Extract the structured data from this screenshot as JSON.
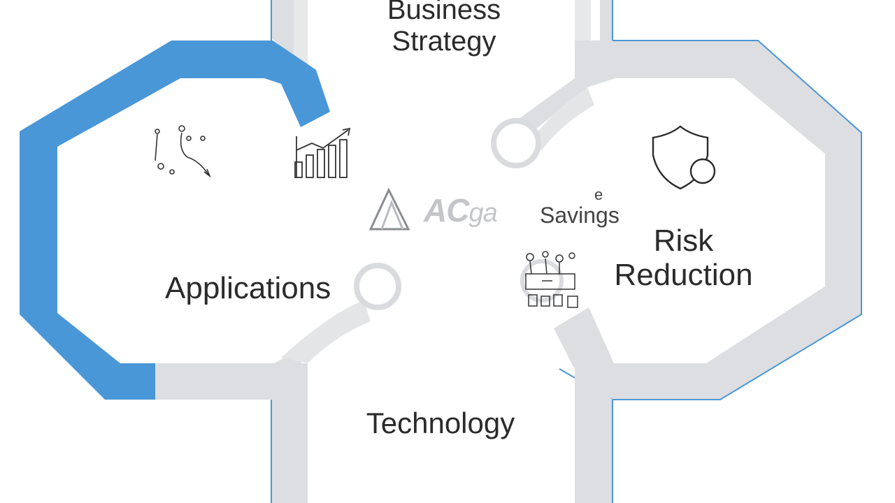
{
  "diagram": {
    "segments": [
      {
        "label": "Business\nStrategy"
      },
      {
        "label": "Applications"
      },
      {
        "label": "Risk\nReduction"
      },
      {
        "label": "Technology"
      }
    ],
    "center": {
      "brand": "AC",
      "brand_suffix": "ga",
      "savings": "Savings",
      "savings_super": "e"
    },
    "icons": [
      "route-map-icon",
      "growth-chart-icon",
      "shield-icon",
      "workflow-sketch-icon",
      "logo-a-icon"
    ],
    "colors": {
      "accent": "#4a97d8",
      "track": "#dcdee1",
      "text": "#2b2b2b",
      "logo": "#c3c5c8"
    }
  }
}
